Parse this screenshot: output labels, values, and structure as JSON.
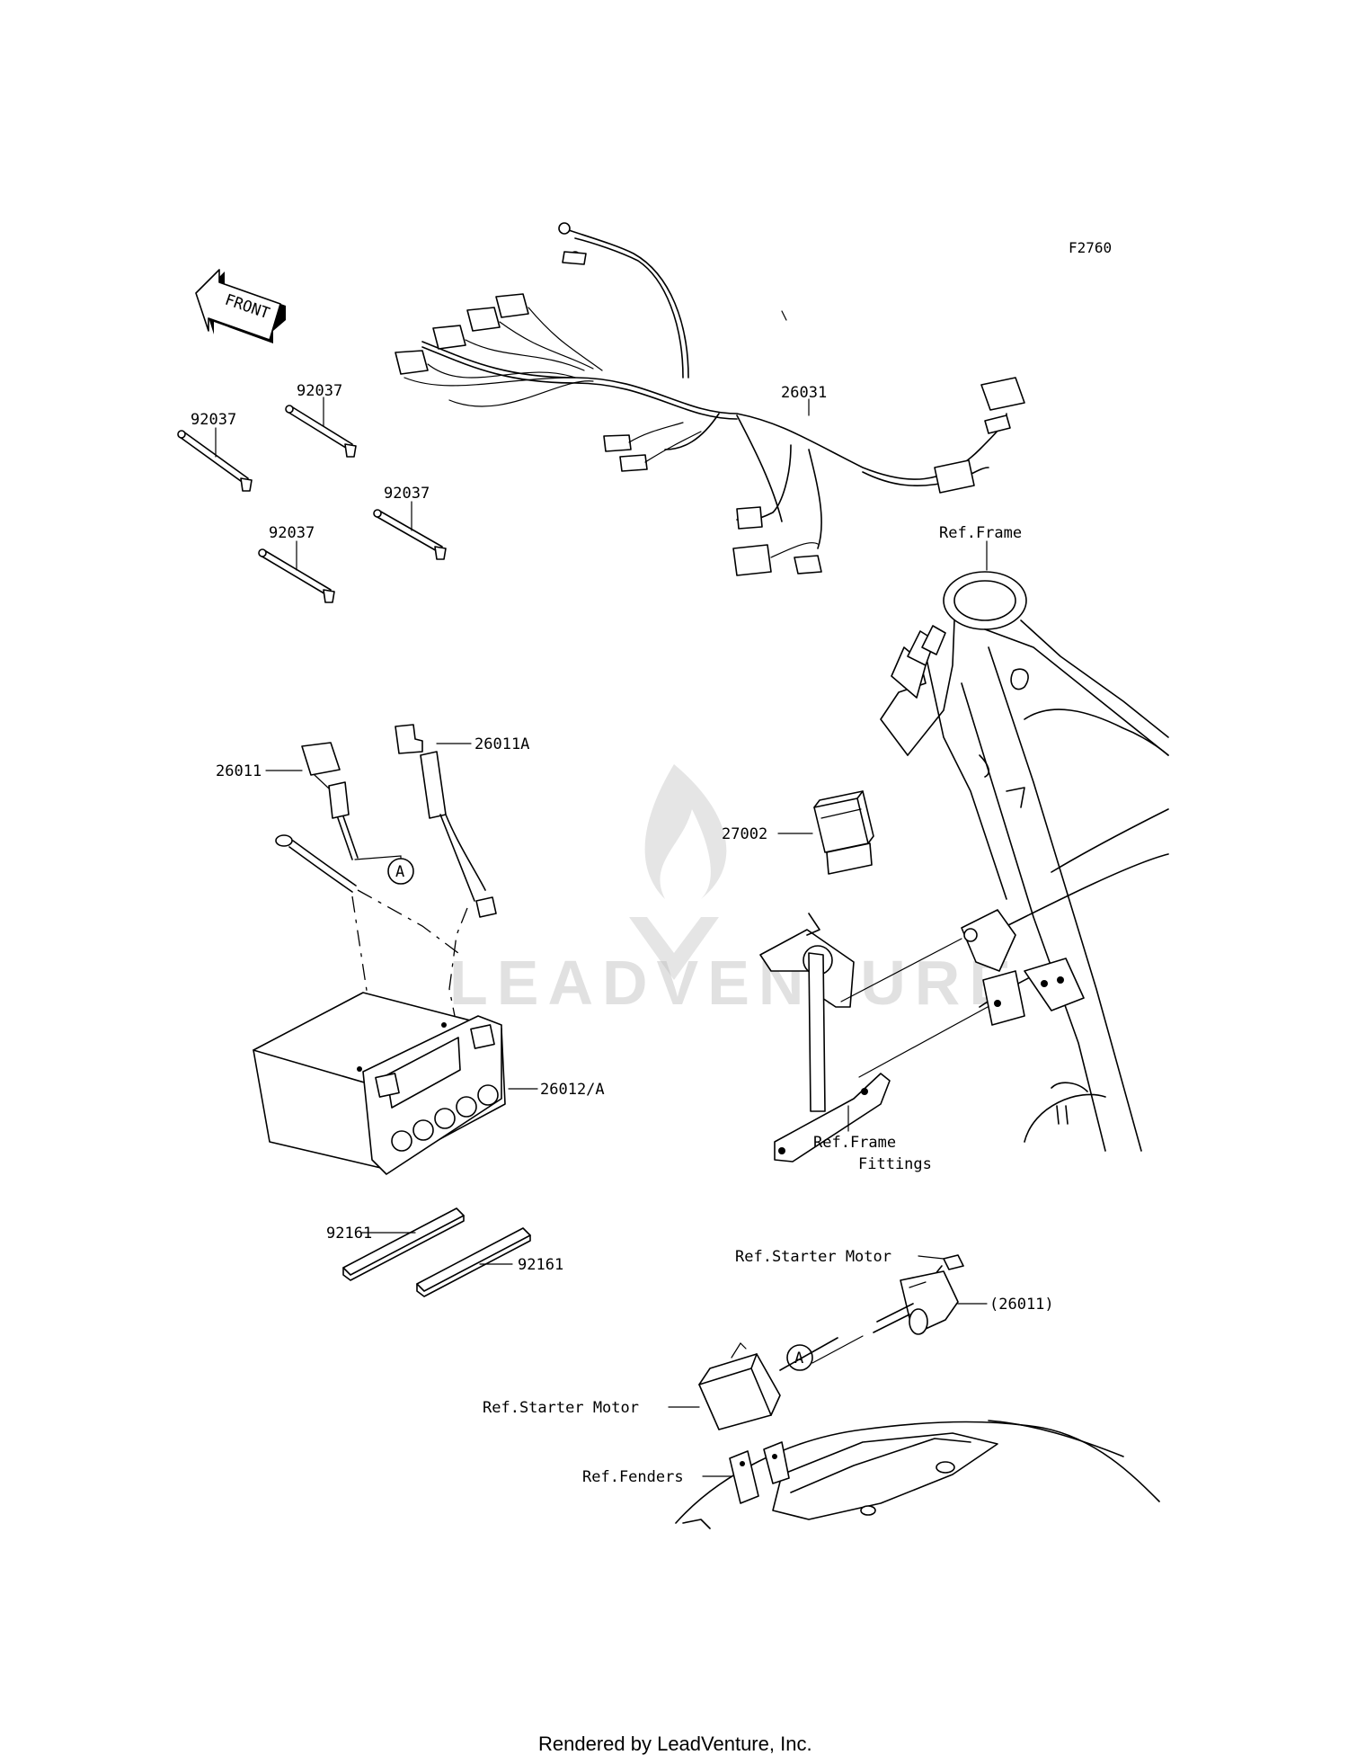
{
  "figure_code": "F2760",
  "front_label": "FRONT",
  "watermark": "LEADVENTURE",
  "footer": "Rendered by LeadVenture, Inc.",
  "callout_a": "A",
  "parts": {
    "harness": "26031",
    "strap_1": "92037",
    "strap_2": "92037",
    "strap_3": "92037",
    "strap_4": "92037",
    "cable_pos": "26011",
    "cable_neg": "26011A",
    "battery": "26012/A",
    "pad_1": "92161",
    "pad_2": "92161",
    "relay": "27002",
    "starter_relay_ref": "(26011)"
  },
  "references": {
    "frame": "Ref.Frame",
    "frame_fittings_1": "Ref.Frame",
    "frame_fittings_2": "Fittings",
    "starter_motor_1": "Ref.Starter Motor",
    "starter_motor_2": "Ref.Starter Motor",
    "fenders": "Ref.Fenders"
  }
}
